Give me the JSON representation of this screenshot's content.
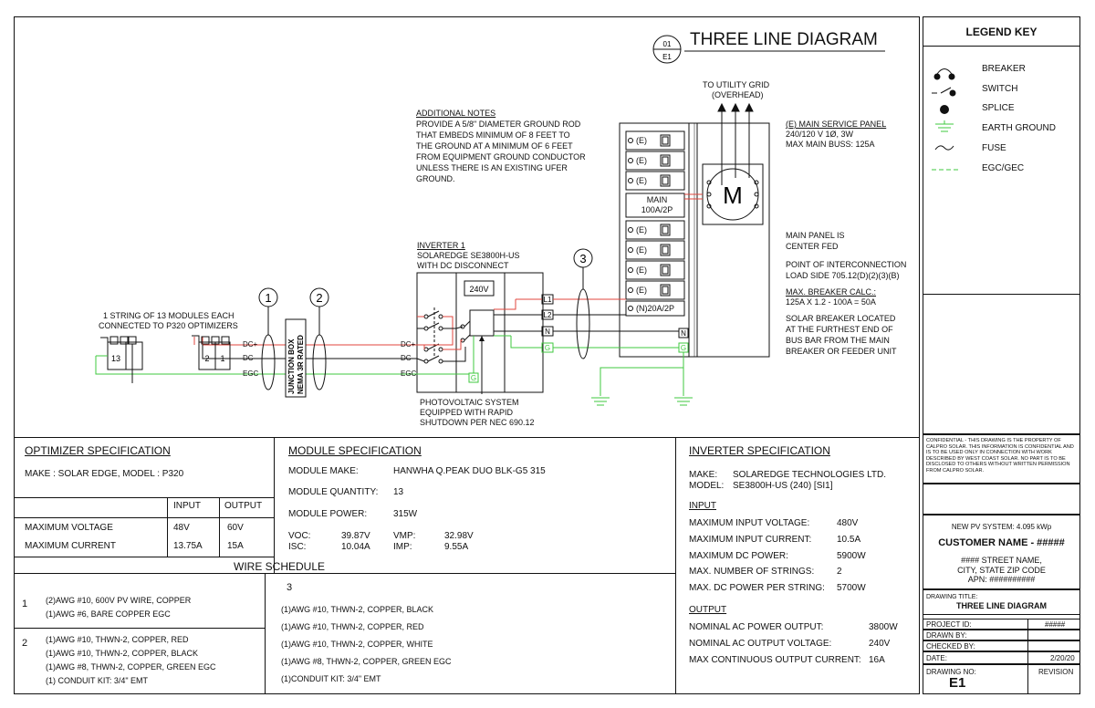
{
  "title": {
    "number_top": "01",
    "number_bottom": "E1",
    "text": "THREE LINE DIAGRAM"
  },
  "legend": {
    "heading": "LEGEND KEY",
    "items": [
      "BREAKER",
      "SWITCH",
      "SPLICE",
      "EARTH GROUND",
      "FUSE",
      "EGC/GEC"
    ]
  },
  "notes": {
    "heading": "ADDITIONAL NOTES",
    "lines": [
      "PROVIDE A 5/8\" DIAMETER GROUND ROD",
      "THAT EMBEDS MINIMUM OF 8 FEET TO",
      "THE GROUND AT A MINIMUM OF 6 FEET",
      "FROM EQUIPMENT GROUND CONDUCTOR",
      "UNLESS THERE IS AN EXISTING UFER",
      "GROUND."
    ]
  },
  "utility": {
    "line1": "TO UTILITY GRID",
    "line2": "(OVERHEAD)"
  },
  "service_panel": {
    "heading": "(E) MAIN SERVICE PANEL",
    "line1": "240/120 V 1Ø, 3W",
    "line2": "MAX MAIN BUSS:  125A",
    "breaker_label": "(E)",
    "main_label1": "MAIN",
    "main_label2": "100A/2P",
    "solar_breaker": "(N)20A/2P",
    "meter": "M",
    "n_term": "N",
    "g_term": "G",
    "center_fed1": "MAIN PANEL IS",
    "center_fed2": "CENTER FED",
    "poi1": "POINT OF INTERCONNECTION",
    "poi2": "LOAD SIDE 705.12(D)(2)(3)(B)",
    "calc_heading": "MAX. BREAKER CALC.:",
    "calc_line": "125A X 1.2 - 100A = 50A",
    "solar_loc": [
      "SOLAR BREAKER LOCATED",
      "AT THE FURTHEST END OF",
      "BUS BAR FROM THE MAIN",
      "BREAKER OR FEEDER UNIT"
    ]
  },
  "inverter": {
    "heading": "INVERTER 1",
    "line1": "SOLAREDGE SE3800H-US",
    "line2": "WITH DC DISCONNECT",
    "voltage": "240V",
    "terms": [
      "L1",
      "L2",
      "N",
      "G"
    ],
    "g_term": "G",
    "pv_note": [
      "PHOTOVOLTAIC SYSTEM",
      "EQUIPPED WITH RAPID",
      "SHUTDOWN PER NEC 690.12"
    ],
    "dc_plus": "DC+",
    "dc_minus": "DC-",
    "egc": "EGC"
  },
  "strings": {
    "note1": "1 STRING OF 13 MODULES EACH",
    "note2": "CONNECTED TO P320 OPTIMIZERS",
    "m13": "13",
    "m2": "2",
    "m1": "1",
    "dc_plus": "DC+",
    "dc_minus": "DC-",
    "egc": "EGC"
  },
  "junction_box": {
    "line1": "JUNCTION BOX",
    "line2": "NEMA 3R RATED"
  },
  "wire_tags": [
    "1",
    "2",
    "3"
  ],
  "optimizer_spec": {
    "heading": "OPTIMIZER SPECIFICATION",
    "make": "MAKE : SOLAR EDGE, MODEL : P320",
    "col_input": "INPUT",
    "col_output": "OUTPUT",
    "rows": [
      {
        "label": "MAXIMUM VOLTAGE",
        "input": "48V",
        "output": "60V"
      },
      {
        "label": "MAXIMUM CURRENT",
        "input": "13.75A",
        "output": "15A"
      }
    ]
  },
  "module_spec": {
    "heading": "MODULE SPECIFICATION",
    "make_label": "MODULE MAKE:",
    "make_value": "HANWHA Q.PEAK DUO BLK-G5 315",
    "qty_label": "MODULE QUANTITY:",
    "qty_value": "13",
    "power_label": "MODULE POWER:",
    "power_value": "315W",
    "voc_label": "VOC:",
    "voc_value": "39.87V",
    "isc_label": "ISC:",
    "isc_value": "10.04A",
    "vmp_label": "VMP:",
    "vmp_value": "32.98V",
    "imp_label": "IMP:",
    "imp_value": "9.55A"
  },
  "wire_schedule": {
    "heading": "WIRE SCHEDULE",
    "groups": [
      {
        "tag": "1",
        "lines": [
          "(2)AWG #10, 600V PV WIRE, COPPER",
          "(1)AWG #6, BARE COPPER EGC"
        ]
      },
      {
        "tag": "2",
        "lines": [
          "(1)AWG #10, THWN-2, COPPER, RED",
          "(1)AWG #10, THWN-2, COPPER, BLACK",
          "(1)AWG #8, THWN-2, COPPER, GREEN EGC",
          "(1) CONDUIT KIT: 3/4\" EMT"
        ]
      },
      {
        "tag": "3",
        "lines": [
          "(1)AWG #10, THWN-2, COPPER, BLACK",
          "(1)AWG #10, THWN-2, COPPER, RED",
          "(1)AWG #10, THWN-2, COPPER, WHITE",
          "(1)AWG #8, THWN-2, COPPER, GREEN EGC",
          "(1)CONDUIT KIT: 3/4\" EMT"
        ]
      }
    ]
  },
  "inverter_spec": {
    "heading": "INVERTER SPECIFICATION",
    "make_label": "MAKE:",
    "make_value": "SOLAREDGE TECHNOLOGIES LTD.",
    "model_label": "MODEL:",
    "model_value": "SE3800H-US (240) [SI1]",
    "input_heading": "INPUT",
    "inputs": [
      {
        "label": "MAXIMUM INPUT VOLTAGE:",
        "value": "480V"
      },
      {
        "label": "MAXIMUM INPUT CURRENT:",
        "value": "10.5A"
      },
      {
        "label": "MAXIMUM DC POWER:",
        "value": "5900W"
      },
      {
        "label": "MAX. NUMBER OF STRINGS:",
        "value": "2"
      },
      {
        "label": "MAX. DC POWER PER STRING:",
        "value": "5700W"
      }
    ],
    "output_heading": "OUTPUT",
    "outputs": [
      {
        "label": "NOMINAL AC POWER OUTPUT:",
        "value": "3800W"
      },
      {
        "label": "NOMINAL AC OUTPUT VOLTAGE:",
        "value": "240V"
      },
      {
        "label": "MAX CONTINUOUS OUTPUT CURRENT:",
        "value": "16A"
      }
    ]
  },
  "title_block": {
    "confidential": "CONFIDENTIAL - THIS DRAWING IS THE PROPERTY OF CALPRO SOLAR. THIS INFORMATION IS CONFIDENTIAL AND IS TO BE USED ONLY IN CONNECTION WITH WORK DESCRIBED BY WEST COAST SOLAR. NO PART IS TO BE DISCLOSED TO OTHERS WITHOUT WRITTEN PERMISSION FROM CALPRO SOLAR.",
    "system": "NEW PV SYSTEM: 4.095 kWp",
    "customer": "CUSTOMER NAME - #####",
    "street": "#### STREET NAME,",
    "city": "CITY, STATE ZIP CODE",
    "apn": "APN: ##########",
    "drawing_title_label": "DRAWING TITLE:",
    "drawing_title": "THREE LINE DIAGRAM",
    "project_id_label": "PROJECT ID:",
    "project_id": "#####",
    "drawn_by_label": "DRAWN BY:",
    "checked_by_label": "CHECKED BY:",
    "date_label": "DATE:",
    "date": "2/20/20",
    "drawing_no_label": "DRAWING NO:",
    "drawing_no": "E1",
    "revision_label": "REVISION"
  },
  "colors": {
    "red": "#e0463c",
    "green": "#3fc93f",
    "ink": "#111111"
  }
}
